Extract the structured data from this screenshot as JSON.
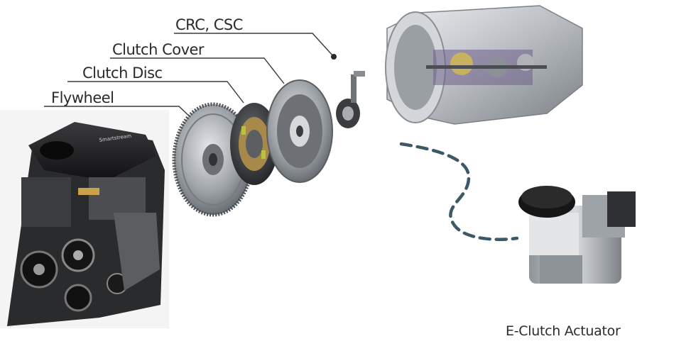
{
  "labels": {
    "crc_csc": "CRC, CSC",
    "clutch_cover": "Clutch Cover",
    "clutch_disc": "Clutch Disc",
    "flywheel": "Flywheel",
    "actuator": "E-Clutch Actuator"
  },
  "engine_badge": "Smartstream",
  "colors": {
    "leader_line": "#3a3a3a",
    "dashed_link": "#3d5866",
    "label_text": "#2b2b2b",
    "engine_cover": "#1c1c1e",
    "metal": "#9da2a8",
    "gearbox": "#c4c8cc",
    "actuator_cap": "#141414"
  },
  "icons": [
    "engine-icon",
    "flywheel-icon",
    "clutch-disc-icon",
    "clutch-cover-icon",
    "csc-icon",
    "transmission-icon",
    "actuator-icon"
  ]
}
